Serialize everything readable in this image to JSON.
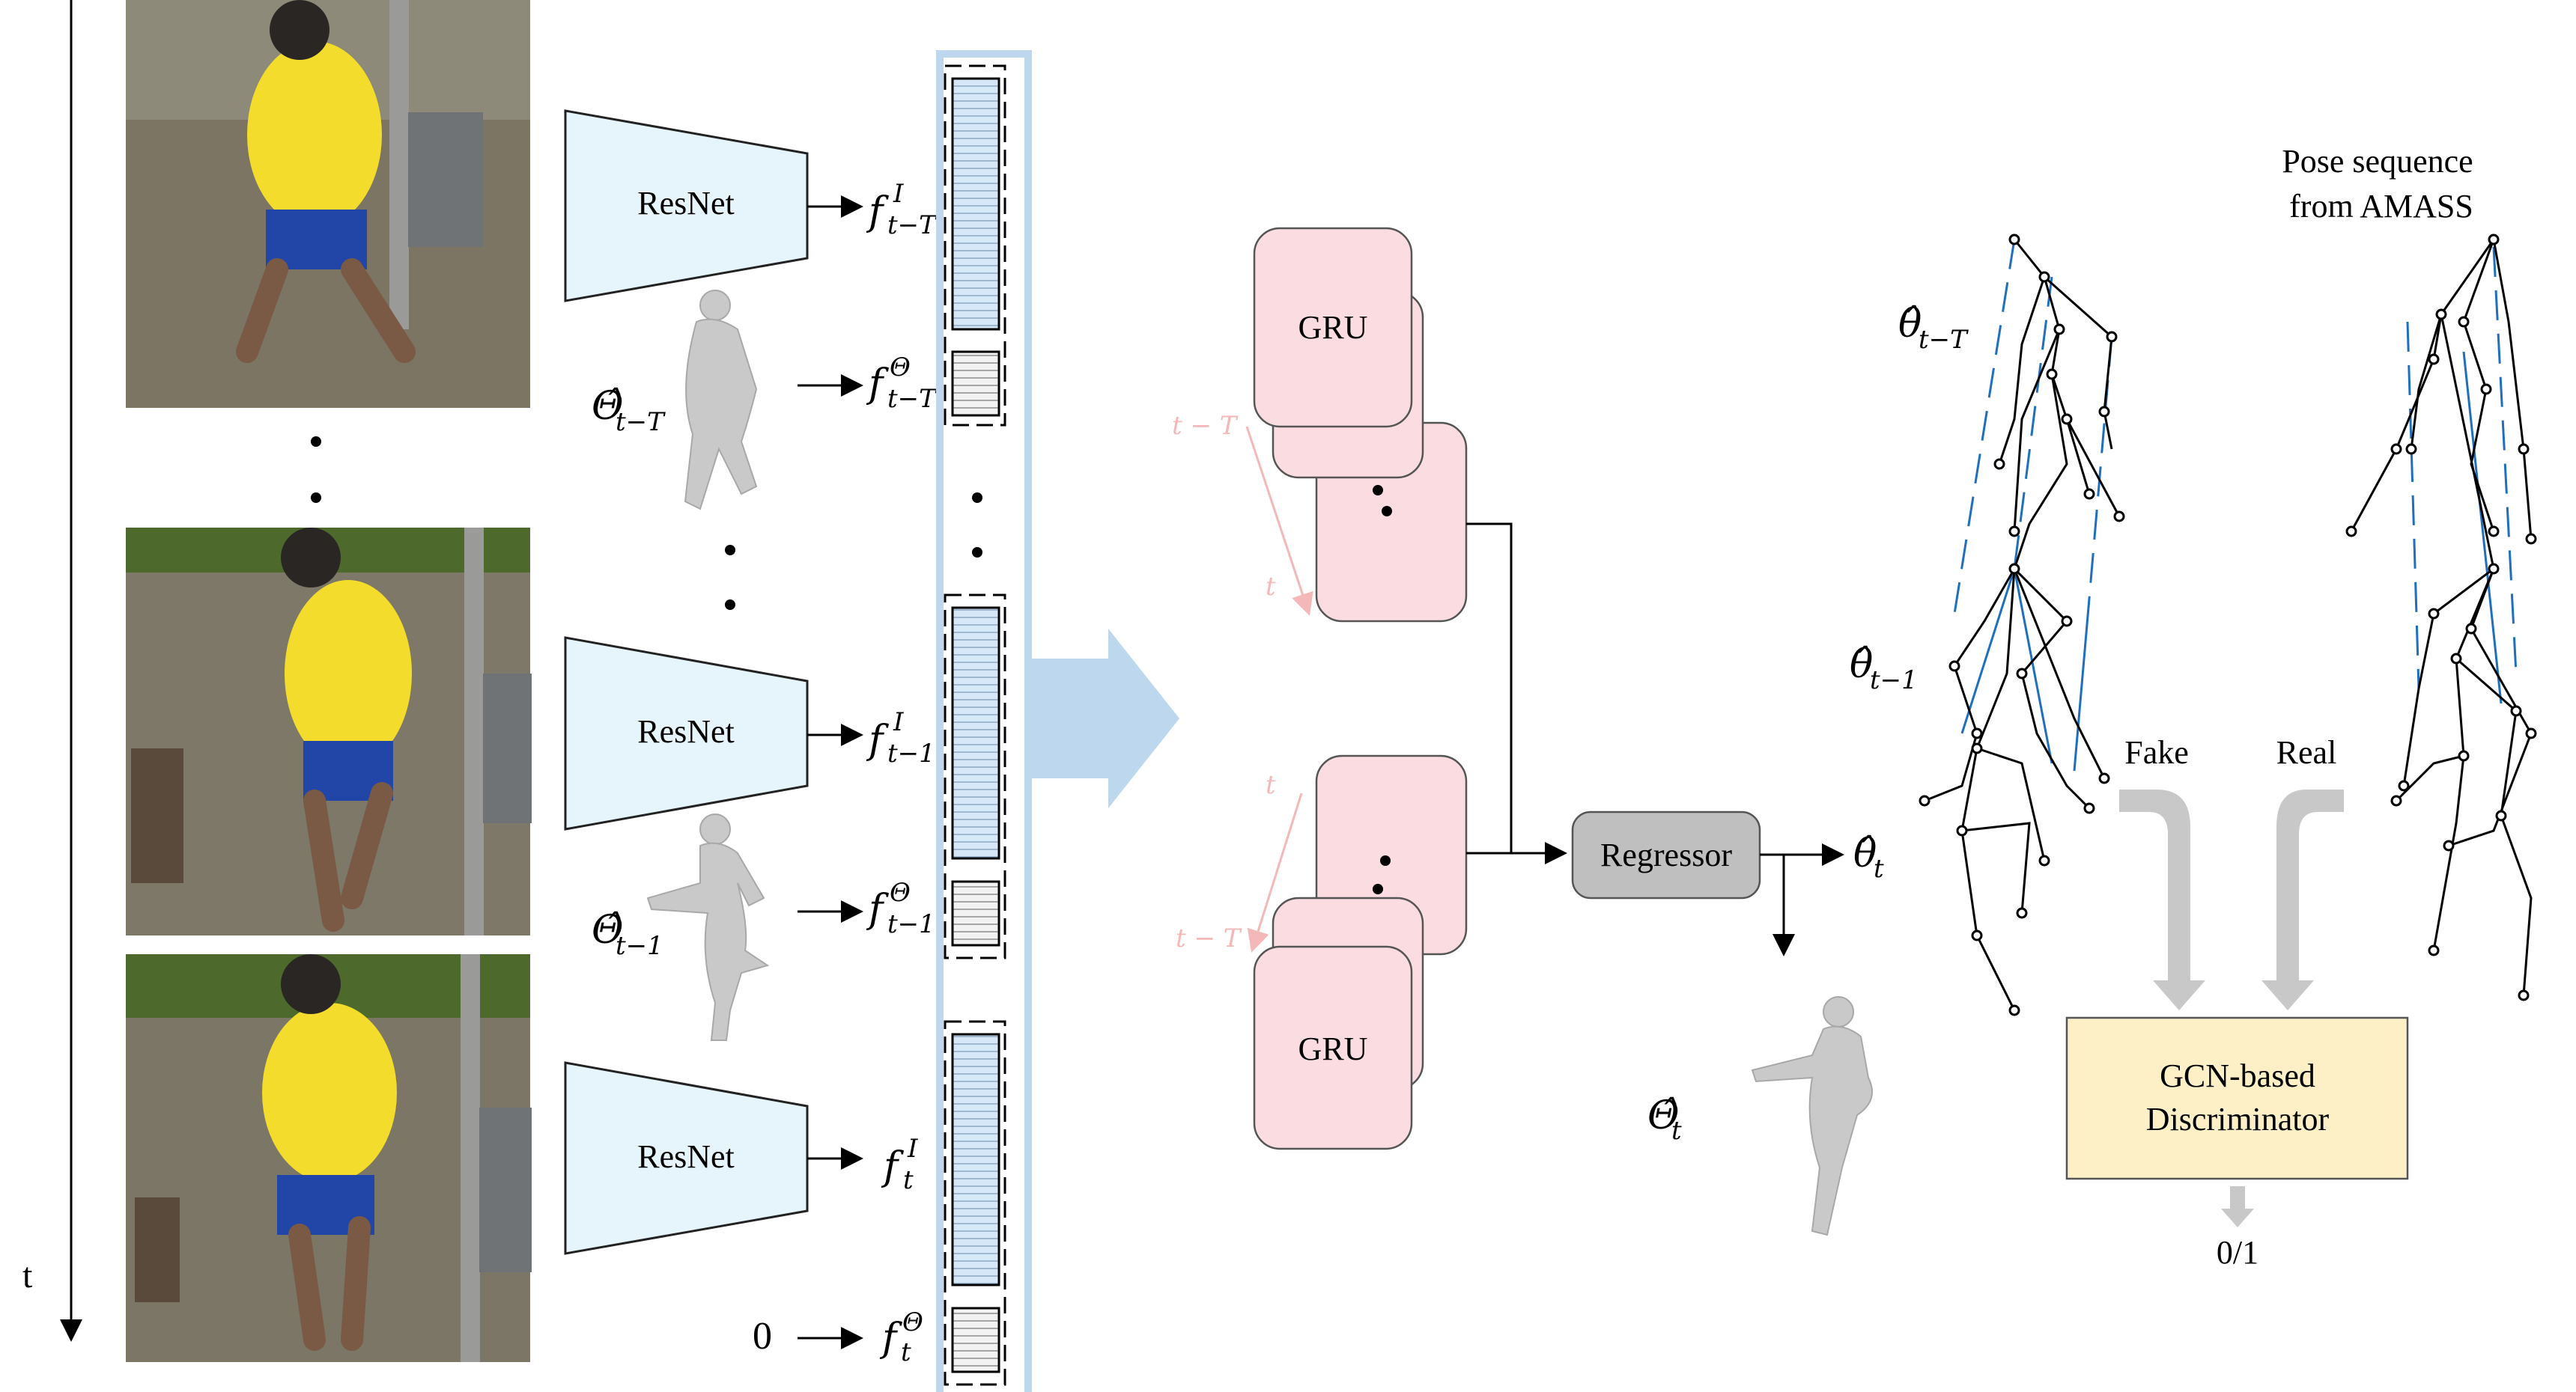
{
  "diagram": {
    "time_axis": {
      "label": "t"
    },
    "encoders": [
      {
        "label": "ResNet",
        "feature_main": "f",
        "feature_sup": "I",
        "feature_sub": "t−T"
      },
      {
        "label": "ResNet",
        "feature_main": "f",
        "feature_sup": "I",
        "feature_sub": "t−1"
      },
      {
        "label": "ResNet",
        "feature_main": "f",
        "feature_sup": "I",
        "feature_sub": "t"
      }
    ],
    "pose_inputs": [
      {
        "symbol": "Θ̂",
        "sub": "t−T",
        "feature_main": "f",
        "feature_sup": "Θ",
        "feature_sub": "t−T"
      },
      {
        "symbol": "Θ̂",
        "sub": "t−1",
        "feature_main": "f",
        "feature_sup": "Θ",
        "feature_sub": "t−1"
      },
      {
        "symbol": "0",
        "sub": "",
        "feature_main": "f",
        "feature_sup": "Θ",
        "feature_sub": "t"
      }
    ],
    "gru": {
      "top_label": "GRU",
      "bottom_label": "GRU",
      "top_arrow_start": "t − T",
      "top_arrow_end": "t",
      "bottom_arrow_start": "t − T",
      "bottom_arrow_end": "t"
    },
    "regressor": {
      "label": "Regressor",
      "output_theta": "θ̂",
      "output_theta_sub": "t",
      "output_mesh": "Θ̂",
      "output_mesh_sub": "t"
    },
    "skeletons": {
      "pred_top": "θ̂",
      "pred_top_sub": "t−T",
      "pred_mid": "θ̂",
      "pred_mid_sub": "t−1",
      "amass_line1": "Pose sequence",
      "amass_line2": "from AMASS"
    },
    "discriminator": {
      "fake_label": "Fake",
      "real_label": "Real",
      "line1": "GCN-based",
      "line2": "Discriminator",
      "output": "0/1"
    }
  },
  "colors": {
    "resnet_fill": "#e6f4fb",
    "feature_fill": "#d6e7f7",
    "gru_fill": "#fbdde1",
    "regressor_fill": "#bfbfbf",
    "disc_fill": "#fdf0c6",
    "big_arrow": "#bdd7ee",
    "bone_blue": "#1f6fbf",
    "gray_arrow": "#c8c8c8",
    "faint_arrow": "#f5b8b8"
  }
}
